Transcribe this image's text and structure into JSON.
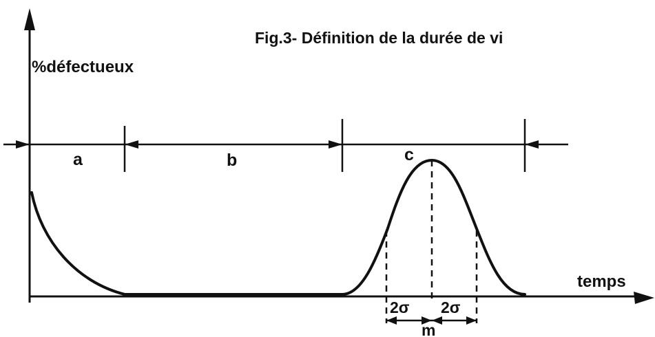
{
  "figure": {
    "title": "Fig.3- Définition de la durée de vi",
    "y_axis_label": "%défectueux",
    "x_axis_label": "temps",
    "intervals": [
      {
        "label": "a"
      },
      {
        "label": "b"
      },
      {
        "label": "c"
      }
    ],
    "sigma_labels": [
      "2σ",
      "2σ"
    ],
    "mean_label": "m"
  }
}
